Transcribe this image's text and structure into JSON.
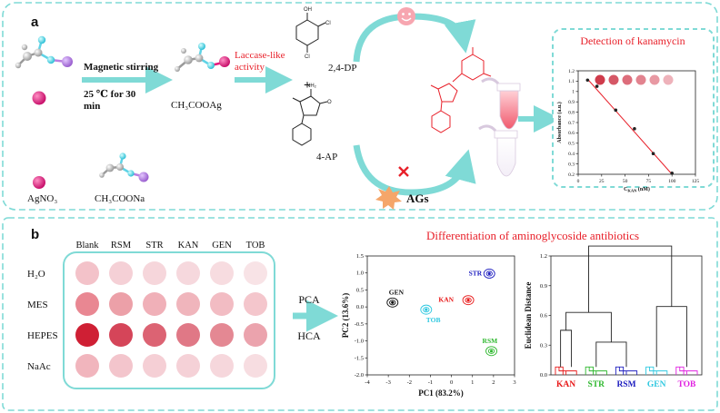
{
  "panel_a": {
    "label": "a",
    "step_arrow_top": "Magnetic stirring",
    "step_arrow_bottom_1": "25 ℃ for 30",
    "step_arrow_bottom_2": "min",
    "product": "CH₃COOAg",
    "activity_1": "Laccase-like",
    "activity_2": "activity",
    "reagent_1": "2,4-DP",
    "plus": "+",
    "reagent_2": "4-AP",
    "legend_1": "AgNO₃",
    "legend_2": "CH₃COONa",
    "inhibitor": "AGs",
    "detection_title": "Detection of kanamycin",
    "colors": {
      "teal": "#7fdad6",
      "red": "#e8202a",
      "ag_purple": "#b97fe0",
      "ag_pink": "#e6197d"
    }
  },
  "panel_b": {
    "label": "b",
    "title": "Differentiation of aminoglycoside antibiotics",
    "grid_columns": [
      "Blank",
      "RSM",
      "STR",
      "KAN",
      "GEN",
      "TOB"
    ],
    "grid_rows": [
      "H₂O",
      "MES",
      "HEPES",
      "NaAc"
    ],
    "grid_colors": [
      [
        "#f3c2c9",
        "#f5d0d6",
        "#f6d6db",
        "#f6d8dd",
        "#f7dce0",
        "#f8e3e6"
      ],
      [
        "#e98792",
        "#eca0a8",
        "#f0b0b8",
        "#f0b5bc",
        "#f2bcc3",
        "#f4c6cc"
      ],
      [
        "#cf1f34",
        "#d54559",
        "#dc6373",
        "#e07886",
        "#e48893",
        "#eba3ad"
      ],
      [
        "#f1b5bd",
        "#f3c5cc",
        "#f5cfd5",
        "#f5d1d7",
        "#f6d7dc",
        "#f7dde1"
      ]
    ],
    "methods": [
      "PCA",
      "HCA"
    ]
  },
  "chart_data": [
    {
      "type": "scatter",
      "title": "",
      "xlabel": "Cₖₐₙ (nM)",
      "xlabel_main": "C",
      "xlabel_sub": "KAN",
      "xlabel_unit": " (nM)",
      "ylabel": "Absorbance (a.u.)",
      "xlim": [
        0,
        125
      ],
      "ylim": [
        0.2,
        1.2
      ],
      "xticks": [
        0,
        25,
        50,
        75,
        100,
        125
      ],
      "yticks": [
        0.2,
        0.3,
        0.4,
        0.5,
        0.6,
        0.7,
        0.8,
        0.9,
        1.0,
        1.1,
        1.2
      ],
      "xtick_labels": [
        "0",
        "25",
        "50",
        "75",
        "100",
        "125"
      ],
      "ytick_labels": [
        "0.2",
        "0.3",
        "0.4",
        "0.5",
        "0.6",
        "0.7",
        "0.8",
        "0.9",
        "1",
        "1.1",
        "1.2"
      ],
      "x": [
        10,
        20,
        40,
        60,
        80,
        100
      ],
      "y": [
        1.11,
        1.05,
        0.82,
        0.64,
        0.4,
        0.21
      ],
      "fit": {
        "x": [
          10,
          100
        ],
        "y": [
          1.12,
          0.2
        ]
      },
      "swatches": [
        "#cf3b4b",
        "#d55766",
        "#dd6d7b",
        "#e2838f",
        "#e899a3",
        "#eeb2ba"
      ]
    },
    {
      "type": "scatter",
      "title": "",
      "xlabel": "PC1 (83.2%)",
      "ylabel": "PC2 (13.6%)",
      "xlim": [
        -4,
        3
      ],
      "ylim": [
        -2.0,
        1.5
      ],
      "xticks": [
        -4,
        -3,
        -2,
        -1,
        0,
        1,
        2,
        3
      ],
      "yticks": [
        -2.0,
        -1.5,
        -1.0,
        -0.5,
        0.0,
        0.5,
        1.0,
        1.5
      ],
      "xtick_labels": [
        "-4",
        "-3",
        "-2",
        "-1",
        "0",
        "1",
        "2",
        "3"
      ],
      "ytick_labels": [
        "-2.0",
        "-1.5",
        "-1.0",
        "-0.5",
        "0.0",
        "0.5",
        "1.0",
        "1.5"
      ],
      "series": [
        {
          "name": "GEN",
          "x": -2.8,
          "y": 0.13,
          "color": "#111111"
        },
        {
          "name": "TOB",
          "x": -1.2,
          "y": -0.08,
          "color": "#2ec8e0"
        },
        {
          "name": "KAN",
          "x": 0.8,
          "y": 0.2,
          "color": "#e81818"
        },
        {
          "name": "STR",
          "x": 1.8,
          "y": 0.98,
          "color": "#2020c0"
        },
        {
          "name": "RSM",
          "x": 1.9,
          "y": -1.3,
          "color": "#2fb82f"
        }
      ]
    },
    {
      "type": "dendrogram",
      "title": "",
      "ylabel": "Euclidean Distance",
      "ylim": [
        0.0,
        1.2
      ],
      "yticks": [
        0.0,
        0.3,
        0.6,
        0.9,
        1.2
      ],
      "ytick_labels": [
        "0.0",
        "0.3",
        "0.6",
        "0.9",
        "1.2"
      ],
      "categories": [
        "KAN",
        "STR",
        "RSM",
        "GEN",
        "TOB"
      ],
      "category_colors": [
        "#e81818",
        "#2fb82f",
        "#2020c0",
        "#2ec8e0",
        "#e020e0"
      ],
      "merge_heights": {
        "root": 1.3,
        "left": 0.63,
        "kan": 0.45,
        "strrsm": 0.33,
        "right": 0.69
      }
    }
  ]
}
